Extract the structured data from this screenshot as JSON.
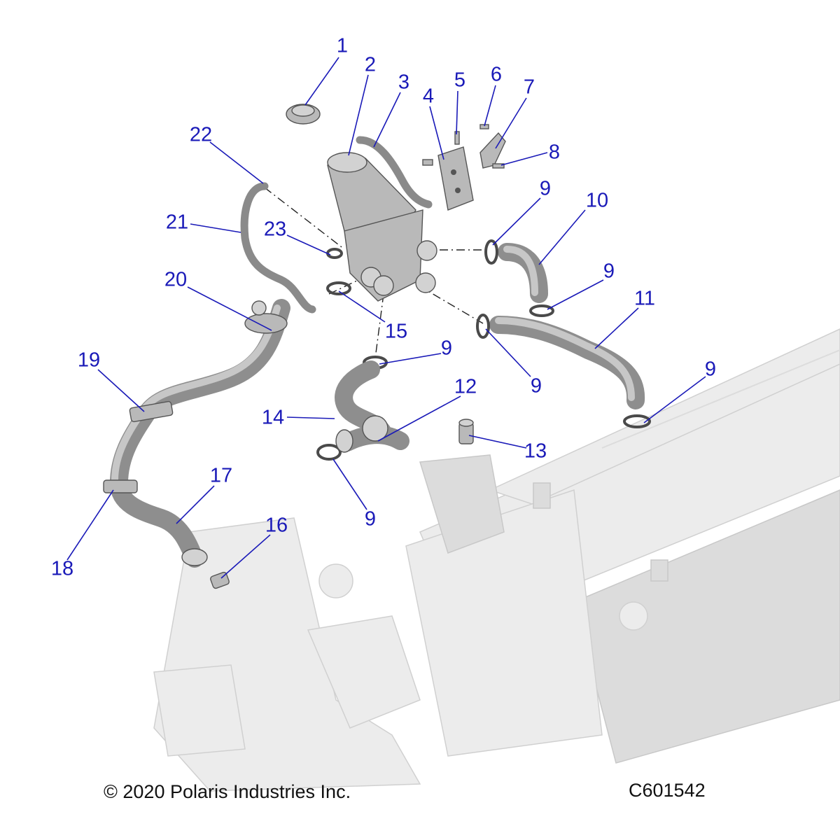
{
  "callouts": [
    {
      "id": "1",
      "label": "1"
    },
    {
      "id": "2",
      "label": "2"
    },
    {
      "id": "3",
      "label": "3"
    },
    {
      "id": "4",
      "label": "4"
    },
    {
      "id": "5",
      "label": "5"
    },
    {
      "id": "6",
      "label": "6"
    },
    {
      "id": "7",
      "label": "7"
    },
    {
      "id": "8",
      "label": "8"
    },
    {
      "id": "9a",
      "label": "9"
    },
    {
      "id": "10",
      "label": "10"
    },
    {
      "id": "9b",
      "label": "9"
    },
    {
      "id": "11",
      "label": "11"
    },
    {
      "id": "22",
      "label": "22"
    },
    {
      "id": "21",
      "label": "21"
    },
    {
      "id": "23",
      "label": "23"
    },
    {
      "id": "20",
      "label": "20"
    },
    {
      "id": "15",
      "label": "15"
    },
    {
      "id": "9c",
      "label": "9"
    },
    {
      "id": "9d",
      "label": "9"
    },
    {
      "id": "9e",
      "label": "9"
    },
    {
      "id": "19",
      "label": "19"
    },
    {
      "id": "12",
      "label": "12"
    },
    {
      "id": "14",
      "label": "14"
    },
    {
      "id": "13",
      "label": "13"
    },
    {
      "id": "17",
      "label": "17"
    },
    {
      "id": "9f",
      "label": "9"
    },
    {
      "id": "16",
      "label": "16"
    },
    {
      "id": "18",
      "label": "18"
    }
  ],
  "footer": {
    "copyright": "© 2020 Polaris Industries Inc.",
    "drawing_id": "C601542"
  },
  "colors": {
    "callout": "#1a1ab8",
    "part": "#b9b9b9",
    "frame": "#ececec"
  }
}
